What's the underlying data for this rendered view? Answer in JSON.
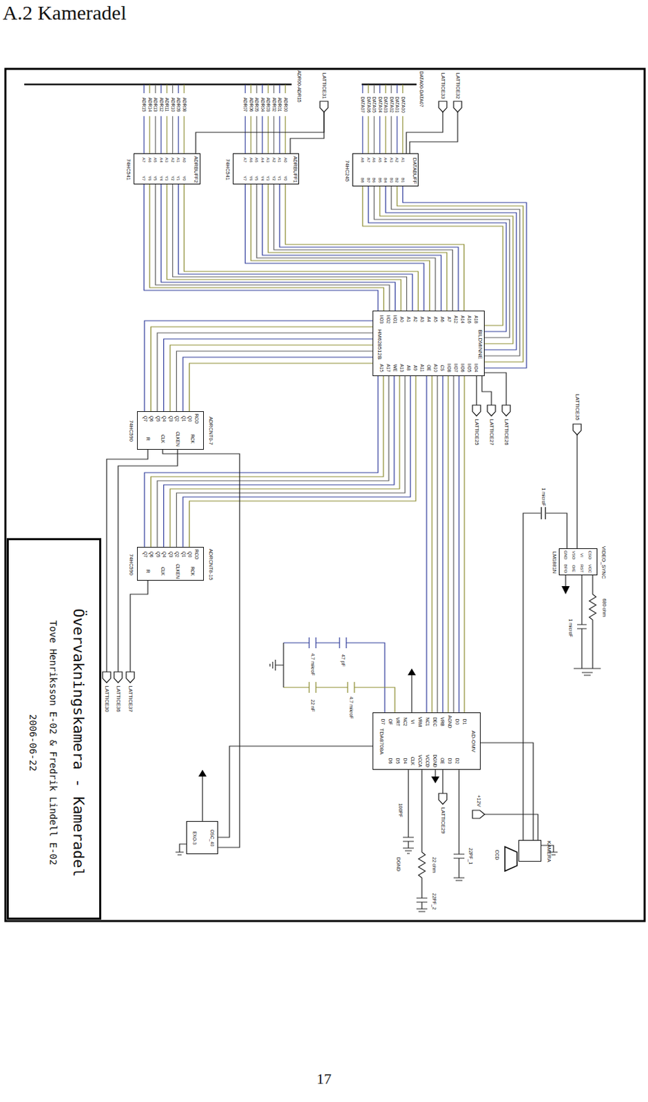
{
  "diagram": {
    "title": "A.2 Kameradel",
    "nodes": [
      {
        "text": [
          "ADRBUFF2",
          "74HC541"
        ]
      },
      {
        "text": [
          "ADRBUFF1",
          "74HC541"
        ]
      },
      {
        "text": [
          "DATABUFF",
          "74HC245"
        ]
      },
      {
        "text": [
          "BILDMINNE",
          "HM628512B"
        ]
      },
      {
        "text": [
          "ADRCNT0-7",
          "74HC590"
        ]
      },
      {
        "text": [
          "ADRCNT8-15",
          "74HC590"
        ]
      },
      {
        "text": [
          "AD-OMV",
          "TDA8708A"
        ]
      },
      {
        "text": [
          "VIDEO_SYNC",
          "LM1881N"
        ]
      },
      {
        "text": [
          "OSC_40",
          "EXO-3"
        ]
      },
      {
        "text": [
          "KAMERA"
        ]
      },
      {
        "text": [
          "LATTICE31"
        ]
      },
      {
        "text": [
          "LATTICE33"
        ]
      },
      {
        "text": [
          "LATTICE32"
        ]
      },
      {
        "text": [
          "LATTICE35"
        ]
      },
      {
        "text": [
          "LATTICE25"
        ]
      },
      {
        "text": [
          "LATTICE27"
        ]
      },
      {
        "text": [
          "LATTICE26"
        ]
      },
      {
        "text": [
          "LATTICE30"
        ]
      },
      {
        "text": [
          "LATTICE36"
        ]
      },
      {
        "text": [
          "LATTICE37"
        ]
      },
      {
        "text": [
          "LATTICE29"
        ]
      },
      {
        "text": [
          "+12V"
        ]
      },
      {
        "text": [
          "Övervakningskamera - Kameradel",
          "Tove Henriksson E-02 & Fredrik Lindell E-02",
          "2006-06-22"
        ]
      }
    ],
    "edges": [
      {
        "from": 0,
        "to": 3,
        "arrow": "none"
      },
      {
        "from": 1,
        "to": 3,
        "arrow": "none"
      },
      {
        "from": 2,
        "to": 3,
        "arrow": "none"
      },
      {
        "from": 4,
        "to": 3,
        "arrow": "none"
      },
      {
        "from": 5,
        "to": 3,
        "arrow": "none"
      },
      {
        "from": 6,
        "to": 3,
        "arrow": "none"
      },
      {
        "from": 10,
        "to": 0,
        "arrow": "none"
      },
      {
        "from": 10,
        "to": 1,
        "arrow": "none"
      },
      {
        "from": 11,
        "to": 2,
        "arrow": "none"
      },
      {
        "from": 12,
        "to": 2,
        "arrow": "none"
      },
      {
        "from": 14,
        "to": 3,
        "arrow": "none"
      },
      {
        "from": 15,
        "to": 3,
        "arrow": "none"
      },
      {
        "from": 16,
        "to": 3,
        "arrow": "none"
      },
      {
        "from": 13,
        "to": 7,
        "arrow": "none"
      },
      {
        "from": 17,
        "to": 4,
        "arrow": "none"
      },
      {
        "from": 18,
        "to": 4,
        "arrow": "none"
      },
      {
        "from": 19,
        "to": 5,
        "arrow": "none"
      },
      {
        "from": 20,
        "to": 6,
        "arrow": "none"
      },
      {
        "from": 21,
        "to": 9,
        "arrow": "none"
      },
      {
        "from": 9,
        "to": 7,
        "arrow": "none"
      },
      {
        "from": 9,
        "to": 6,
        "arrow": "none"
      },
      {
        "from": 8,
        "to": 6,
        "arrow": "none"
      },
      {
        "from": 8,
        "to": 4,
        "arrow": "none"
      }
    ],
    "labels": [
      "ADR00-ADR15",
      "DATA00-DATA07",
      "ADR08 ADR09 ADR10 ADR11 ADR12 ADR13 ADR14 ADR15",
      "ADR00 ADR01 ADR02 ADR03 ADR04 ADR05 ADR06 ADR07",
      "DATA00 DATA01 DATA02 DATA03 DATA04 DATA05 DATA06 DATA07",
      "A0 A1 A2 A3 A4 A5 A6 A7",
      "Y0 Y1 Y2 Y3 Y4 Y5 Y6 Y7",
      "A0 A1 A2 A3 A4 A5 A6 A7",
      "Y0 Y1 Y2 Y3 Y4 Y5 Y6 Y7",
      "A1 A2 A3 A4 A5 A6 A7 A8",
      "B1 B2 B3 B4 B5 B6 B7 B8",
      "A18 A16 A14 A12 A7 A6 A5 A4 A3 A2 A1 A0 I/O1 I/O2 I/O3",
      "I/O4 I/O5 I/O6 I/O7 I/O8 CS A10 OE A11 A9 A8 A13 WE A17 A15",
      "RCO Q0 Q1 Q2 Q3 Q4 Q5 Q6 Q7",
      "RCK CLKEN CLK R",
      "RCO Q0 Q1 Q2 Q3 Q4 Q5 Q6 Q7",
      "RCK CLKEN CLK R",
      "D1 D0 AGND VRB DEC NC1 VRM VI NC2 VRT OF D7",
      "D2 D3 OE DGND VCCD VCCA CLK D4 D5 D6",
      "CSO VI VSO GND",
      "VCC RST O/E BPO",
      "1 microF",
      "680 ohm",
      "1 microF",
      "4.7 mikroF",
      "47 pF",
      "22 nF",
      "4.7 mikroF",
      "100PF",
      "DGND",
      "22 ohm",
      "22PF_1",
      "22PF_2",
      "CCD",
      "17"
    ]
  }
}
